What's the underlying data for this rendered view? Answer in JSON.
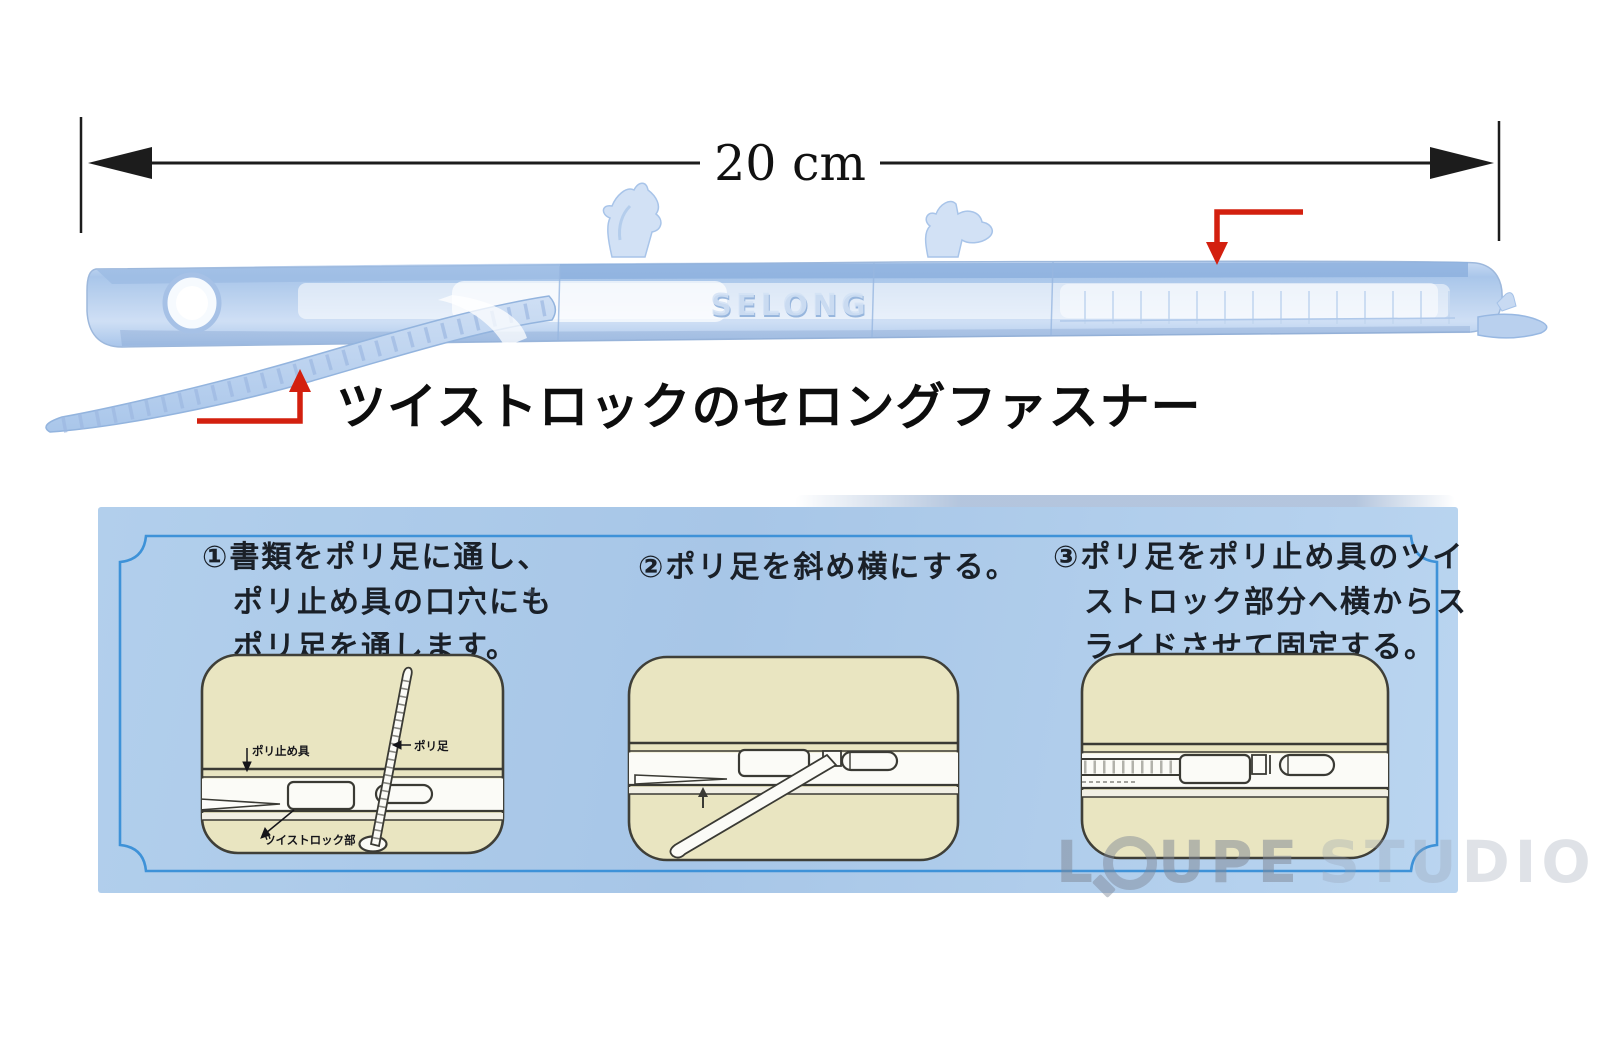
{
  "dimension": {
    "label": "20 cm"
  },
  "caption": "ツイストロックのセロングファスナー",
  "product": {
    "embossed_text": "SELONG"
  },
  "instructions": {
    "steps": [
      {
        "lines": [
          "①書類をポリ足に通し、",
          "ポリ止め具の口穴にも",
          "ポリ足を通します。"
        ]
      },
      {
        "lines": [
          "②ポリ足を斜め横にする。"
        ]
      },
      {
        "lines": [
          "③ポリ足をポリ止め具のツイ",
          "ストロック部分へ横からス",
          "ライドさせて固定する。"
        ]
      }
    ],
    "diagram_labels": {
      "stopper": "ポリ止め具",
      "leg": "ポリ足",
      "twist_lock": "ツイストロック部"
    }
  },
  "watermark": {
    "l": "L",
    "upe": "UPE",
    "studio": "STUDIO"
  },
  "colors": {
    "panel_bg": "#aecbe9",
    "panel_border": "#3e92d8",
    "illustration_bg": "#e9e5c1",
    "arrow_red": "#d3200f",
    "fastener_blue": "#aac8ec"
  }
}
